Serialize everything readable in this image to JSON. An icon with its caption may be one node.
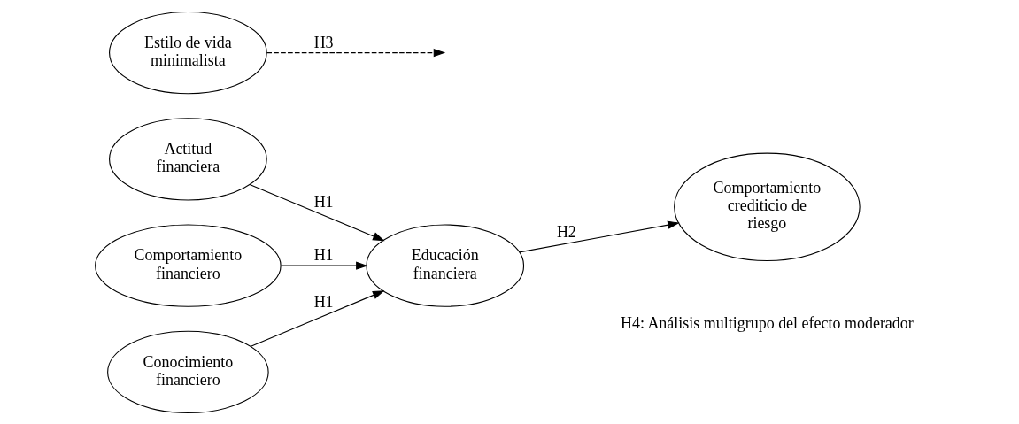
{
  "diagram": {
    "nodes": [
      {
        "text": [
          "Actitud financiera"
        ]
      },
      {
        "text": [
          "Comportamiento financiero"
        ]
      },
      {
        "text": [
          "Conocimiento financiero"
        ]
      },
      {
        "text": [
          "Educación financiera"
        ]
      },
      {
        "text": [
          "Estilo de vida minimalista"
        ]
      },
      {
        "text": [
          "Comportamiento crediticio de riesgo"
        ]
      }
    ],
    "edges": [
      {
        "from": 0,
        "to": 3,
        "arrow": "to",
        "label": "H1"
      },
      {
        "from": 1,
        "to": 3,
        "arrow": "to",
        "label": "H1"
      },
      {
        "from": 2,
        "to": 3,
        "arrow": "to",
        "label": "H1"
      },
      {
        "from": 3,
        "to": 5,
        "arrow": "to",
        "label": "H2"
      },
      {
        "from": 4,
        "to": null,
        "arrow": "to",
        "label": "H3",
        "style": "dashed"
      }
    ],
    "labels": [
      "H4: Análisis multigrupo del efecto moderador"
    ]
  }
}
